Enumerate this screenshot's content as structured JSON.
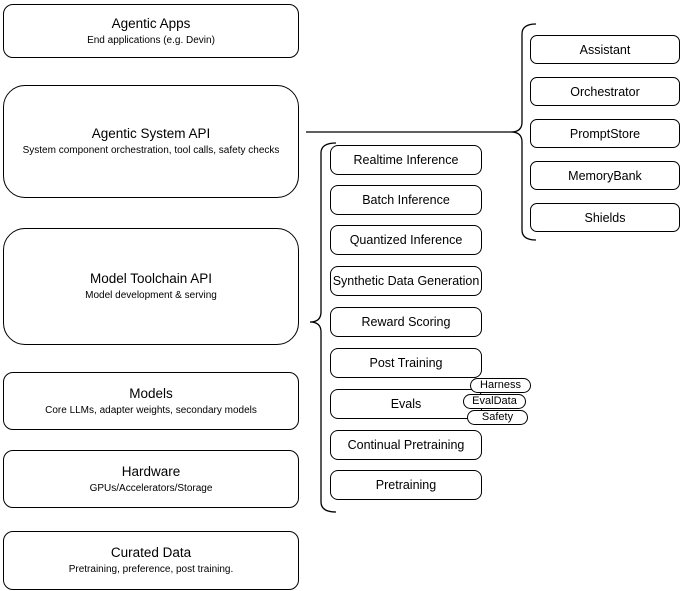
{
  "diagram": {
    "layers": [
      {
        "title": "Agentic Apps",
        "subtitle": "End applications (e.g. Devin)"
      },
      {
        "title": "Agentic System API",
        "subtitle": "System component orchestration, tool calls, safety checks"
      },
      {
        "title": "Model Toolchain API",
        "subtitle": "Model development & serving"
      },
      {
        "title": "Models",
        "subtitle": "Core LLMs, adapter weights, secondary models"
      },
      {
        "title": "Hardware",
        "subtitle": "GPUs/Accelerators/Storage"
      },
      {
        "title": "Curated Data",
        "subtitle": "Pretraining, preference, post training."
      }
    ],
    "toolchain": {
      "items": [
        "Realtime Inference",
        "Batch Inference",
        "Quantized Inference",
        "Synthetic Data Generation",
        "Reward Scoring",
        "Post Training",
        "Evals",
        "Continual Pretraining",
        "Pretraining"
      ],
      "evals_tags": [
        "Harness",
        "EvalData",
        "Safety"
      ]
    },
    "system_components": [
      "Assistant",
      "Orchestrator",
      "PromptStore",
      "MemoryBank",
      "Shields"
    ],
    "colors": {
      "stroke": "#000000",
      "fill": "#ffffff",
      "text": "#000000"
    }
  }
}
